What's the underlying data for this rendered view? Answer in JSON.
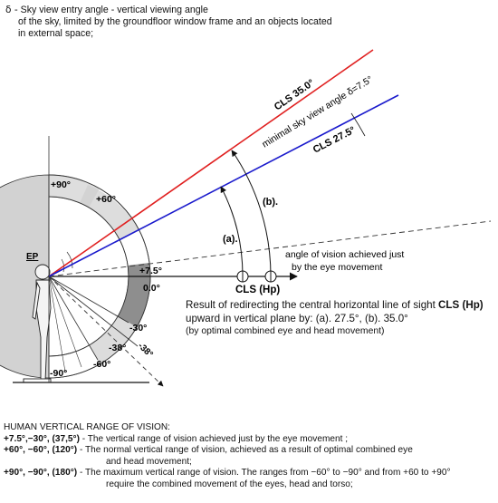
{
  "intro": {
    "symbol": "δ -",
    "lines": [
      "Sky view entry angle - vertical viewing angle",
      "of the sky, limited by the groundfloor window frame  and an objects located",
      "in external space;"
    ]
  },
  "diagram": {
    "eye_label": "EP",
    "angle_labels": {
      "plus90": "+90°",
      "plus60": "+60°",
      "plus7_5": "+7.5°",
      "zero": "0.0°",
      "minus30": "-30°",
      "minus38a": "-38°",
      "minus38b": "-38°",
      "minus60": "-60°",
      "minus90": "-90°"
    },
    "lines": {
      "cls35": "CLS  35.0°",
      "cls27": "CLS  27.5°",
      "sky_angle": "minimal sky view angle  δ=7.5°",
      "eye_movement": [
        "angle of vision achieved just",
        "by the eye movement"
      ],
      "arc_a": "(a).",
      "arc_b": "(b).",
      "hp": "CLS (Hp)"
    },
    "colors": {
      "cls35": "#e02020",
      "cls27": "#1a1acc",
      "ring_light": "#dcdcdc",
      "ring_mid": "#c8c8c8",
      "ring_dark": "#8e8e8e",
      "hemisphere": "#d2d2d2"
    }
  },
  "result": {
    "line1_prefix": "Result of redirecting the central horizontal line of sight ",
    "line1_bold": "CLS (Hp)",
    "line2": "upward in vertical plane by: (a). 27.5°, (b). 35.0°",
    "line3": "(by optimal combined eye and head movement)"
  },
  "legend": {
    "title": "HUMAN VERTICAL RANGE OF VISION:",
    "items": [
      {
        "range": "+7.5°,−30°, (37,5°)",
        "sep": " - ",
        "desc": [
          "The vertical range of vision achieved just by the eye movement ;"
        ]
      },
      {
        "range": "+60°, −60°, (120°)",
        "sep": " - ",
        "desc": [
          "The normal vertical range of vision, achieved as a result of optimal combined eye",
          "and head movement;"
        ]
      },
      {
        "range": "+90°, −90°, (180°)",
        "sep": " - ",
        "desc": [
          "The maximum vertical range of vision. The ranges from −60° to −90° and from +60 to +90°",
          "require the combined movement of the eyes, head and torso;"
        ]
      }
    ]
  }
}
